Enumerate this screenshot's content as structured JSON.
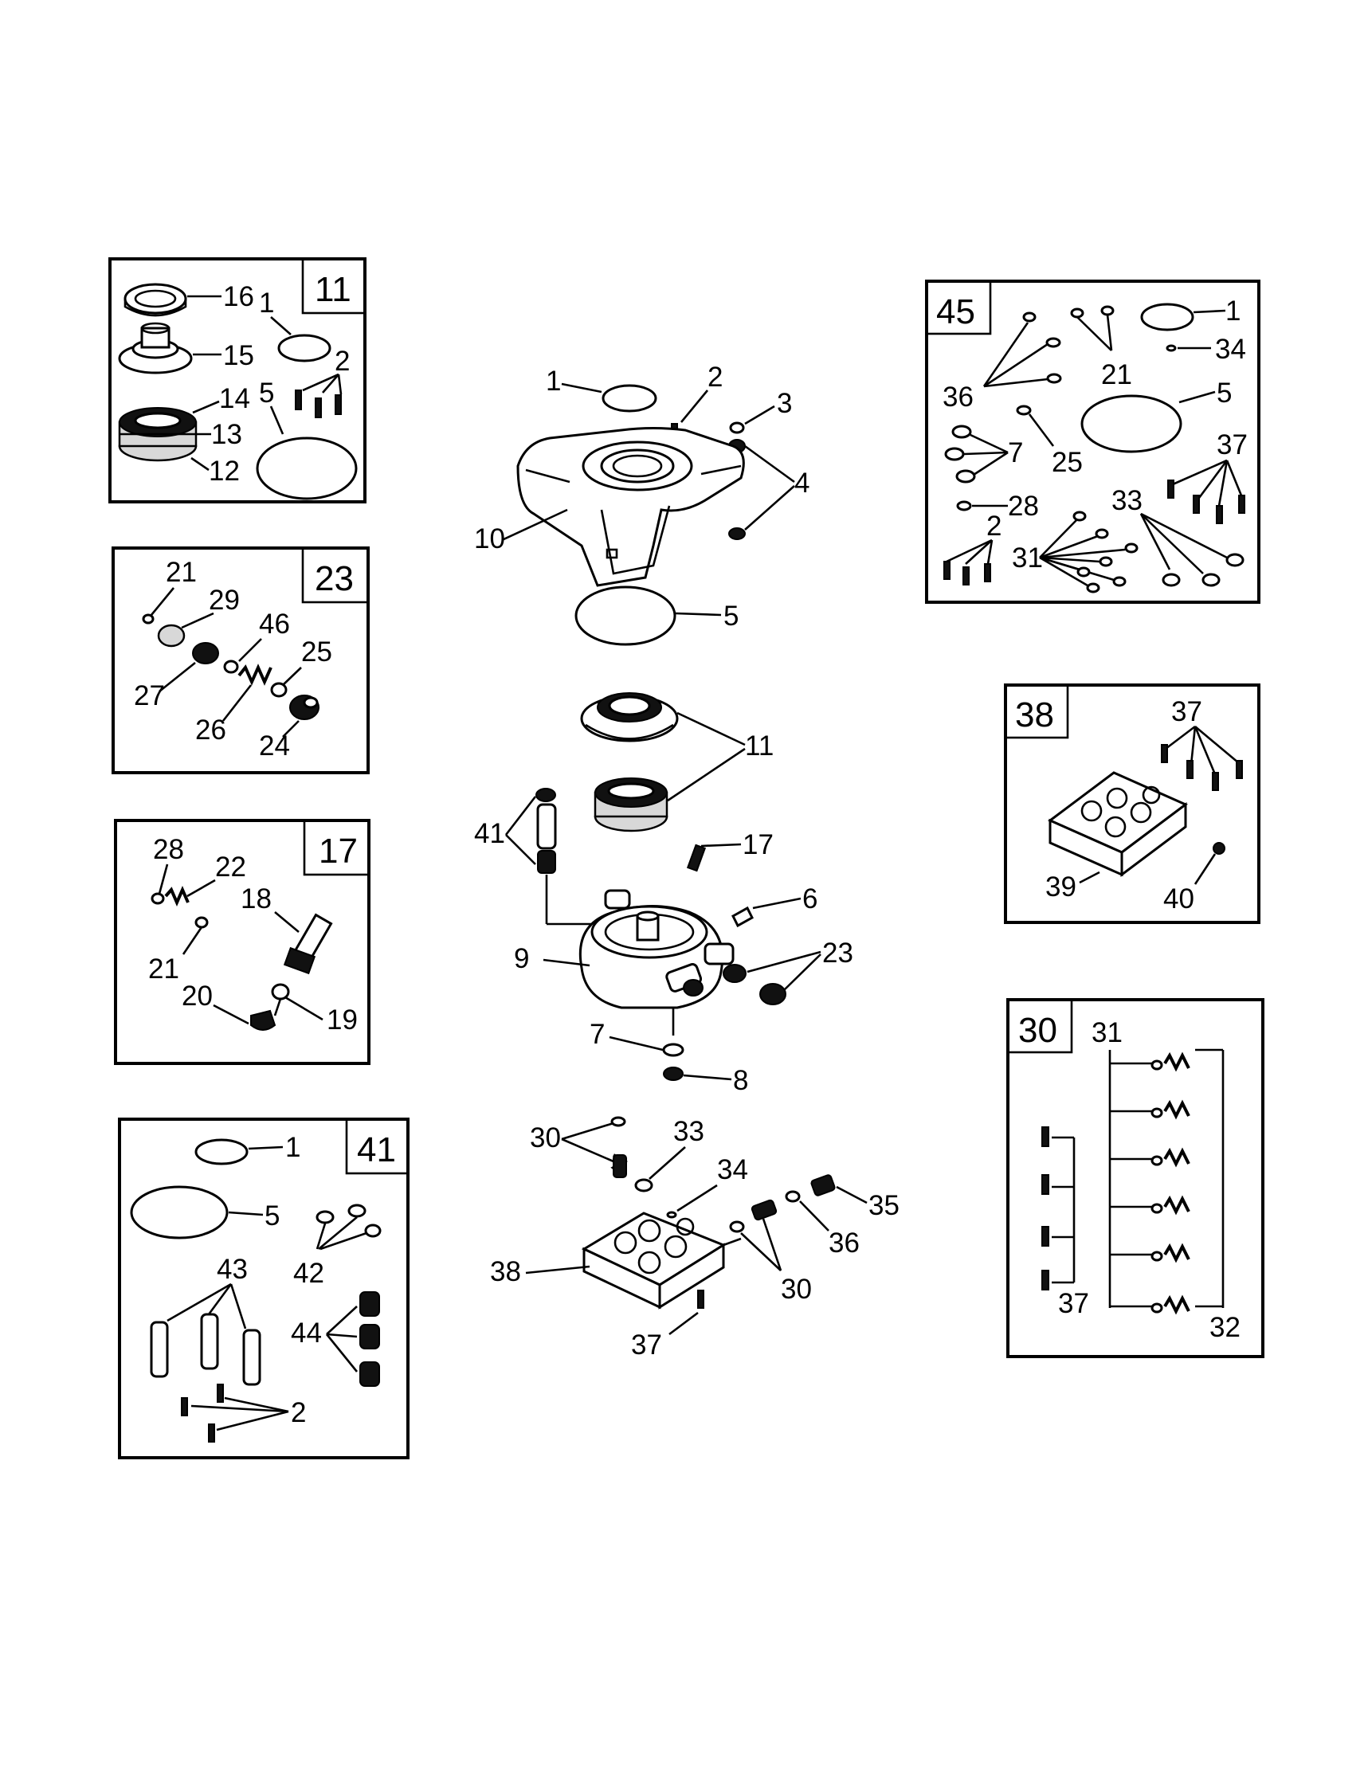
{
  "diagram": {
    "kits": {
      "k11": {
        "number": "11",
        "labels": [
          "16",
          "1",
          "15",
          "2",
          "14",
          "5",
          "13",
          "12"
        ]
      },
      "k23": {
        "number": "23",
        "labels": [
          "21",
          "29",
          "46",
          "25",
          "27",
          "26",
          "24"
        ]
      },
      "k17": {
        "number": "17",
        "labels": [
          "28",
          "22",
          "18",
          "21",
          "20",
          "19"
        ]
      },
      "k41": {
        "number": "41",
        "labels": [
          "1",
          "5",
          "42",
          "43",
          "44",
          "2"
        ]
      },
      "k45": {
        "number": "45",
        "labels": [
          "1",
          "34",
          "21",
          "36",
          "5",
          "7",
          "25",
          "37",
          "28",
          "33",
          "2",
          "31"
        ]
      },
      "k38": {
        "number": "38",
        "labels": [
          "37",
          "39",
          "40"
        ]
      },
      "k30": {
        "number": "30",
        "labels": [
          "31",
          "37",
          "32"
        ]
      }
    },
    "assembly": {
      "labels": [
        "1",
        "2",
        "3",
        "4",
        "10",
        "5",
        "11",
        "41",
        "17",
        "6",
        "9",
        "23",
        "7",
        "8",
        "30",
        "33",
        "34",
        "35",
        "36",
        "38",
        "30",
        "37"
      ]
    }
  }
}
